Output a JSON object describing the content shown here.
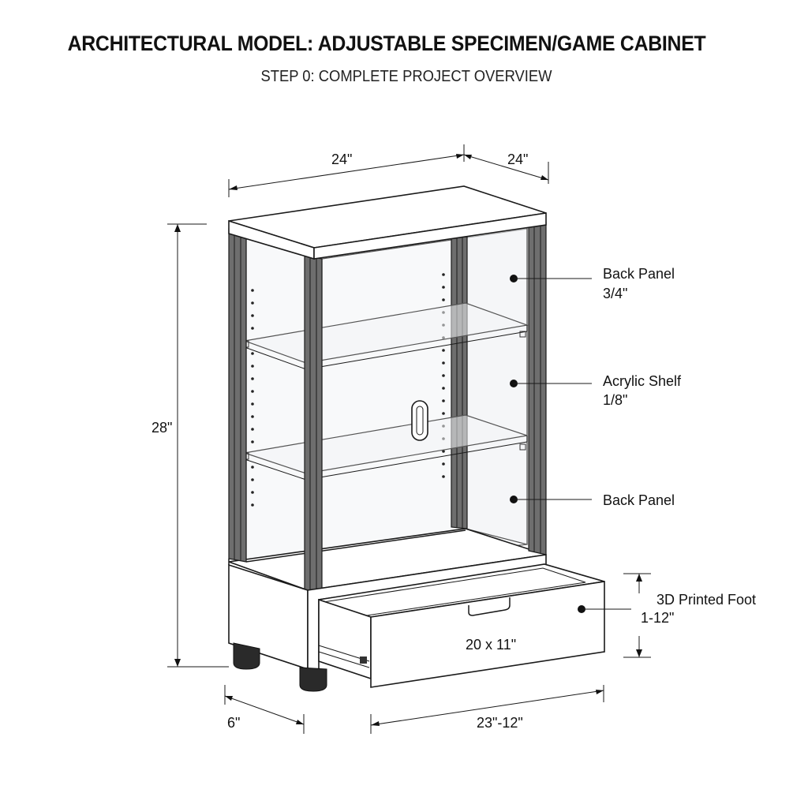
{
  "title": "ARCHITECTURAL MODEL: ADJUSTABLE SPECIMEN/GAME CABINET",
  "subtitle": "STEP 0: COMPLETE PROJECT OVERVIEW",
  "dimensions": {
    "top_width": "24\"",
    "top_depth": "24\"",
    "height": "28\"",
    "foot_depth": "6\"",
    "drawer_width": "23\"-12\"",
    "drawer_face": "20 x 11\"",
    "foot_height": "1-12\""
  },
  "callouts": {
    "back_panel_top": "Back Panel",
    "back_panel_top_thickness": "3/4\"",
    "acrylic_shelf": "Acrylic Shelf",
    "acrylic_shelf_thickness": "1/8\"",
    "back_panel_lower": "Back Panel",
    "printed_foot": "3D Printed Foot"
  }
}
